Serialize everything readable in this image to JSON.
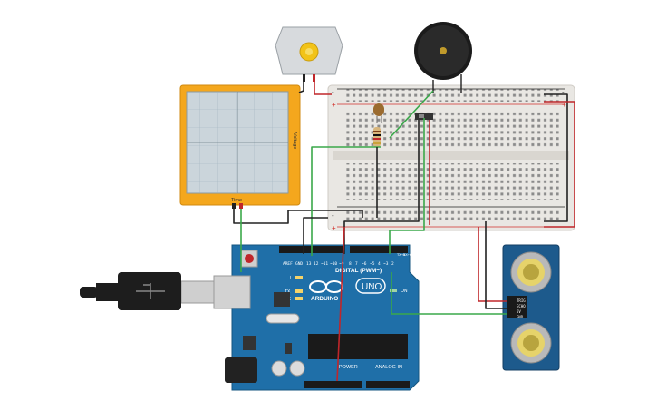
{
  "colors": {
    "arduino_board": "#1f6fa8",
    "breadboard": "#eceae6",
    "oscilloscope_frame": "#f4a71d",
    "sensor_board": "#1d5a8c",
    "wire_red": "#e0201e",
    "wire_black": "#222222",
    "wire_green": "#3aa84a"
  },
  "oscilloscope": {
    "time_label": "Time",
    "voltage_label": "Voltage"
  },
  "arduino": {
    "logo_text": "ARDUINO",
    "model_text": "UNO",
    "digital_label": "DIGITAL (PWM~)",
    "power_label": "POWER",
    "analog_label": "ANALOG IN",
    "on_label": "ON",
    "tx_label": "TX",
    "rx_label": "RX",
    "l_label": "L",
    "aref_label": "AREF",
    "gnd_label": "GND",
    "pin13_label": "13",
    "pin12_label": "12",
    "pin11_label": "~11",
    "pin10_label": "~10",
    "pin9_label": "~9",
    "pin8_label": "8",
    "pin7_label": "7",
    "pin6_label": "~6",
    "pin5_label": "~5",
    "pin4_label": "4",
    "pin3_label": "~3",
    "pin2_label": "2",
    "pin1_label": "TX→1",
    "pin0_label": "RX←0"
  },
  "sensor": {
    "trig_label": "TRIG",
    "echo_label": "ECHO",
    "vcc_label": "5V",
    "gnd_label": "GND"
  },
  "breadboard": {
    "plus_label": "+",
    "minus_label": "-"
  }
}
